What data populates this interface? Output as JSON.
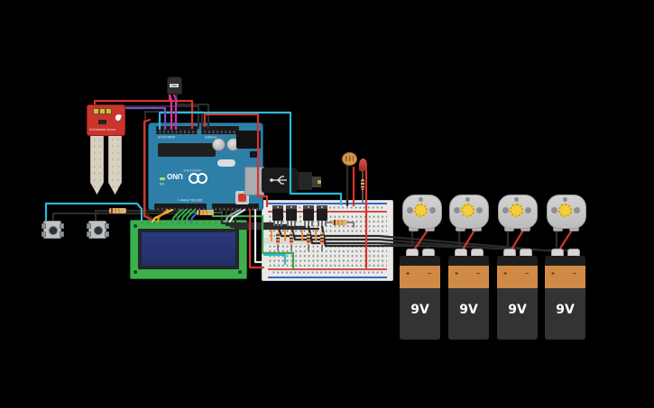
{
  "app": {
    "name": "circuit-canvas",
    "background": "#000000"
  },
  "arduino": {
    "brand": "ARDUINO",
    "model": "UNO",
    "on_label": "ON",
    "analog_label": "ANALOG IN",
    "power_label": "POWER",
    "digital_label": "DIGITAL (PWM~)"
  },
  "soil_sensor": {
    "label": "Soil Moisture Sensor"
  },
  "tmp_sensor": {
    "label": "TMP"
  },
  "battery_marks": {
    "plus": "+",
    "minus": "−"
  },
  "batteries": [
    {
      "label": "9V"
    },
    {
      "label": "9V"
    },
    {
      "label": "9V"
    },
    {
      "label": "9V"
    }
  ],
  "colors": {
    "arduino_board": "#2d7fa8",
    "breadboard": "#e9e9e7",
    "lcd_board": "#3cb04c",
    "lcd_screen": "#2a3a7c",
    "soil_board": "#c9342b",
    "battery_band": "#cf8a45",
    "wire_red": "#d8342c",
    "wire_black": "#2b2b2b",
    "wire_cyan": "#2fb8d8",
    "wire_green": "#3aa84f",
    "wire_yellow": "#e8c63a",
    "wire_orange": "#ef8d2a",
    "wire_purple": "#7b4fc0",
    "wire_magenta": "#cf2fae",
    "wire_blue": "#2f6fd8",
    "motor_gear": "#f2cf3f"
  }
}
